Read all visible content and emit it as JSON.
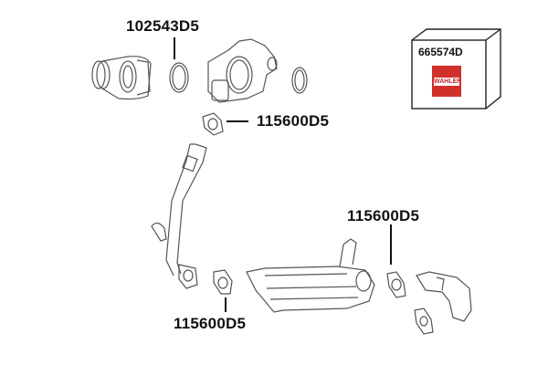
{
  "diagram": {
    "type": "exploded parts diagram",
    "labels": [
      {
        "id": "ring-gasket",
        "text": "102543D5"
      },
      {
        "id": "flange-gasket-top",
        "text": "115600D5"
      },
      {
        "id": "flange-gasket-right",
        "text": "115600D5"
      },
      {
        "id": "flange-gasket-bottom",
        "text": "115600D5"
      }
    ],
    "kit_box": {
      "part_number": "665574D",
      "brand": "WAHLER",
      "brand_color": "#d0302a"
    },
    "components": [
      "throttle-body",
      "ring-gasket-left",
      "egr-valve",
      "ring-gasket-right",
      "flange-gasket-top",
      "egr-pipe",
      "flange-gasket-bottom",
      "egr-cooler",
      "flange-gasket-right",
      "elbow-pipe",
      "flange-gasket-elbow"
    ]
  }
}
